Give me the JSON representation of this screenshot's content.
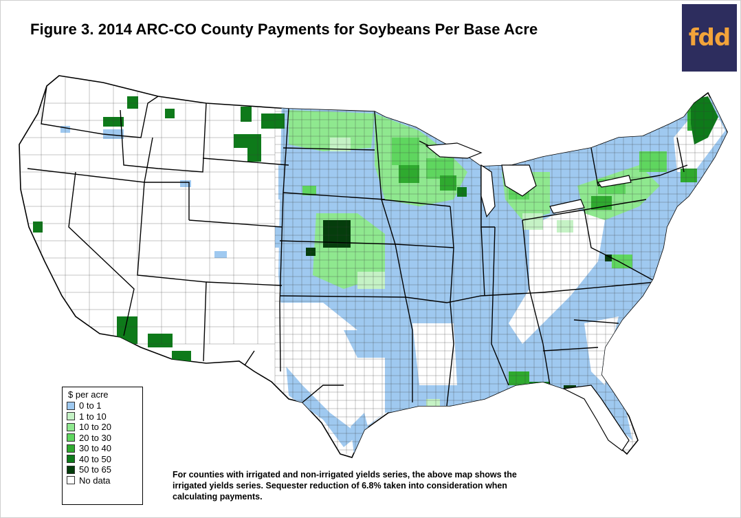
{
  "title": "Figure 3. 2014 ARC-CO County Payments for Soybeans Per Base Acre",
  "logo": {
    "text": "fdd",
    "background": "#2d2d5e",
    "text_color": "#f2a33a"
  },
  "legend": {
    "title": "$ per acre",
    "items": [
      {
        "label": "0 to 1",
        "color": "#9fc9f0"
      },
      {
        "label": "1 to 10",
        "color": "#c5f2c5"
      },
      {
        "label": "10 to 20",
        "color": "#8fe88f"
      },
      {
        "label": "20 to 30",
        "color": "#5fd65f"
      },
      {
        "label": "30 to 40",
        "color": "#2faa2f"
      },
      {
        "label": "40 to 50",
        "color": "#0e7a1a"
      },
      {
        "label": "50 to 65",
        "color": "#053d0c"
      },
      {
        "label": "No data",
        "color": "#ffffff"
      }
    ]
  },
  "footnote": {
    "line1": "For counties with irrigated and non-irrigated yields series, the above map shows the",
    "line2": "irrigated yields series.  Sequester reduction of 6.8% taken into consideration when",
    "line3": "calculating payments."
  }
}
